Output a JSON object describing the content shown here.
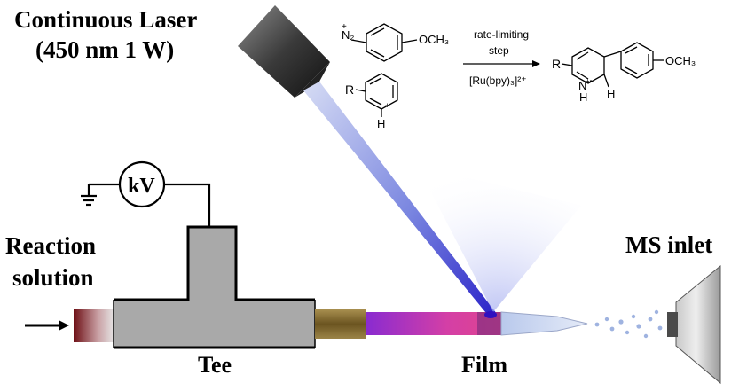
{
  "labels": {
    "laser_line1": "Continuous Laser",
    "laser_line2": "(450 nm 1 W)",
    "voltage": "kV",
    "reaction_line1": "Reaction",
    "reaction_line2": "solution",
    "tee": "Tee",
    "film": "Film",
    "ms_inlet": "MS inlet"
  },
  "reaction": {
    "arrow_top_line1": "rate-limiting",
    "arrow_top_line2": "step",
    "catalyst": "[Ru(bpy)₃]²⁺",
    "diazonium_group": "N₂",
    "diazonium_charge": "+",
    "methoxy": "OCH₃",
    "substituent_r": "R",
    "pyridinium_h": "H",
    "pyridinium_charge": "+",
    "product_r": "R",
    "product_nh": "N",
    "product_h_on_n": "H",
    "product_radical_charge": "+•",
    "product_ch": "H",
    "product_methoxy": "OCH₃"
  },
  "colors": {
    "laser_beam": "#3b3fd6",
    "film_gradient_start": "#8a2bd0",
    "film_gradient_end": "#e0448e",
    "tee_fill": "#a9a9a9",
    "spray": "#9fb3e0"
  }
}
